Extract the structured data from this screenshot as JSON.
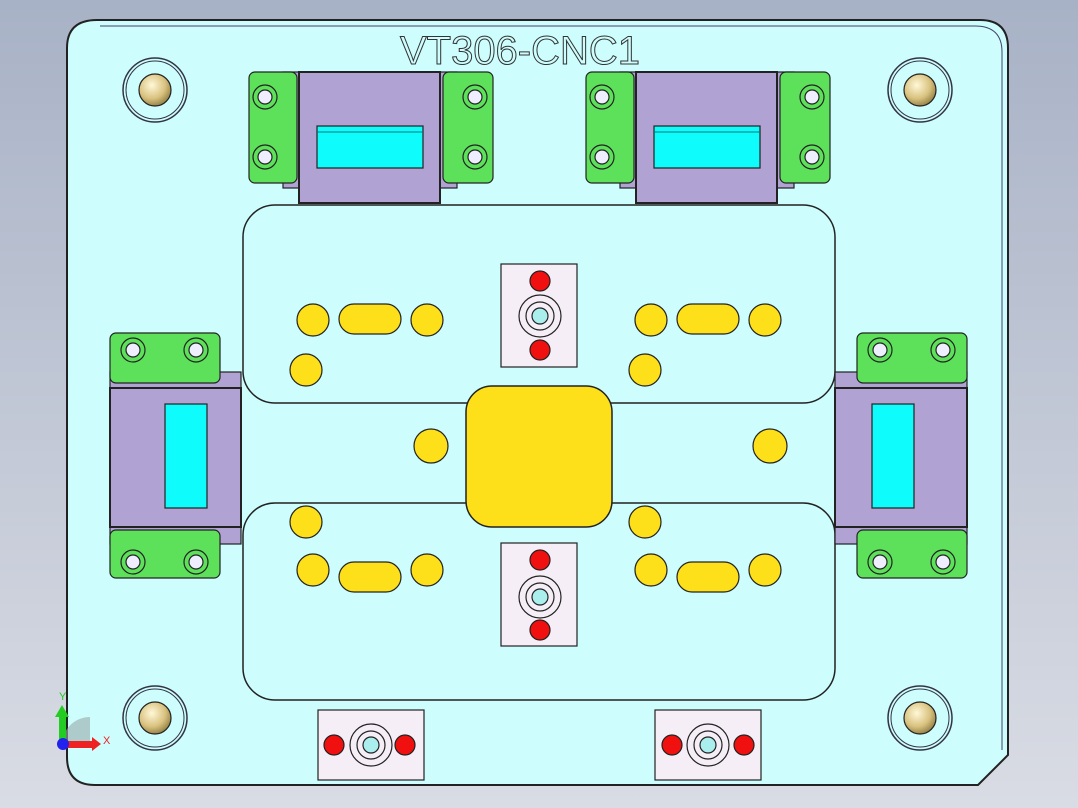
{
  "model": {
    "label": "VT306-CNC1",
    "colors": {
      "plate": "#cdfdfd",
      "clamp_green": "#5de05a",
      "clamp_purple": "#b0a2d2",
      "window_cyan": "#0ffcfc",
      "support_yellow": "#fde01a",
      "pin_red": "#f01010",
      "locator_pink": "#f6eef6",
      "bushing_brass": "#e0cf96"
    }
  },
  "triad": {
    "x_label": "X",
    "y_label": "Y"
  }
}
